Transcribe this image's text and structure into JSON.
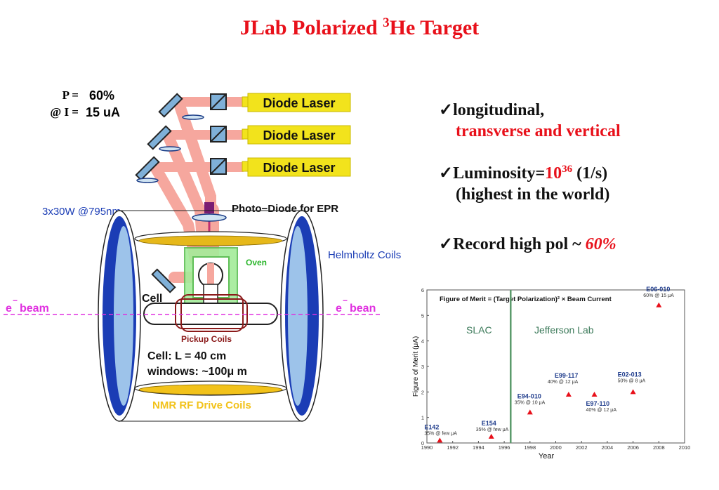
{
  "title": {
    "main": "JLab Polarized ",
    "sup": "3",
    "rest": "He Target"
  },
  "params": {
    "p_label": "P =",
    "p_value": "60%",
    "i_label": "@ I =",
    "i_value": "15 uA"
  },
  "diagram": {
    "lasers": [
      "Diode Laser",
      "Diode Laser",
      "Diode Laser"
    ],
    "laser_power": "3x30W @795nm",
    "photodiode": "Photo−Diode for EPR",
    "helmholtz": "Helmholtz Coils",
    "oven": "Oven",
    "cell": "Cell",
    "beam_left": "beam",
    "beam_right": "bean",
    "electron": "e",
    "pickup": "Pickup Coils",
    "cell_length": "Cell:  L = 40 cm",
    "windows": "windows:  ~100μ m",
    "nmr": "NMR RF Drive Coils"
  },
  "bullets": {
    "b1_line1": "longitudinal,",
    "b1_line2": "transverse and vertical",
    "b2_prefix": "Luminosity=",
    "b2_base": "10",
    "b2_exp": "36",
    "b2_suffix": " (1/s)",
    "b2_line2": "(highest in the world)",
    "b3_prefix": "Record high pol ~ ",
    "b3_value": "60%",
    "check": "✓"
  },
  "chart_data": {
    "type": "scatter",
    "title": "Figure of Merit = (Target Polarization)² × Beam Current",
    "xlabel": "Year",
    "ylabel": "Figure of Merit (μA)",
    "xlim": [
      1990,
      2010
    ],
    "ylim": [
      0,
      6
    ],
    "xticks": [
      1990,
      1992,
      1994,
      1996,
      1998,
      2000,
      2002,
      2004,
      2006,
      2008,
      2010
    ],
    "yticks": [
      0,
      1,
      2,
      3,
      4,
      5,
      6
    ],
    "regions": [
      {
        "label": "SLAC"
      },
      {
        "label": "Jefferson Lab"
      }
    ],
    "divider_x": 1996.5,
    "points": [
      {
        "x": 1991,
        "y": 0.1,
        "name": "E142",
        "note": "35% @ few μA"
      },
      {
        "x": 1995,
        "y": 0.25,
        "name": "E154",
        "note": "35% @ few μA"
      },
      {
        "x": 1998,
        "y": 1.2,
        "name": "E94-010",
        "note": "35% @ 10 μA"
      },
      {
        "x": 2001,
        "y": 1.9,
        "name": "E99-117",
        "note": "40% @ 12 μA"
      },
      {
        "x": 2003,
        "y": 1.9,
        "name": "E97-110",
        "note": "40% @ 12 μA"
      },
      {
        "x": 2006,
        "y": 2.0,
        "name": "E02-013",
        "note": "50% @ 8 μA"
      },
      {
        "x": 2008,
        "y": 5.4,
        "name": "E06-010",
        "note": "60% @ 15 μA"
      }
    ],
    "colors": {
      "marker": "#e8101a",
      "label": "#1f3c8c",
      "region": "#3c7a5a",
      "divider": "#5a9a6a"
    }
  }
}
